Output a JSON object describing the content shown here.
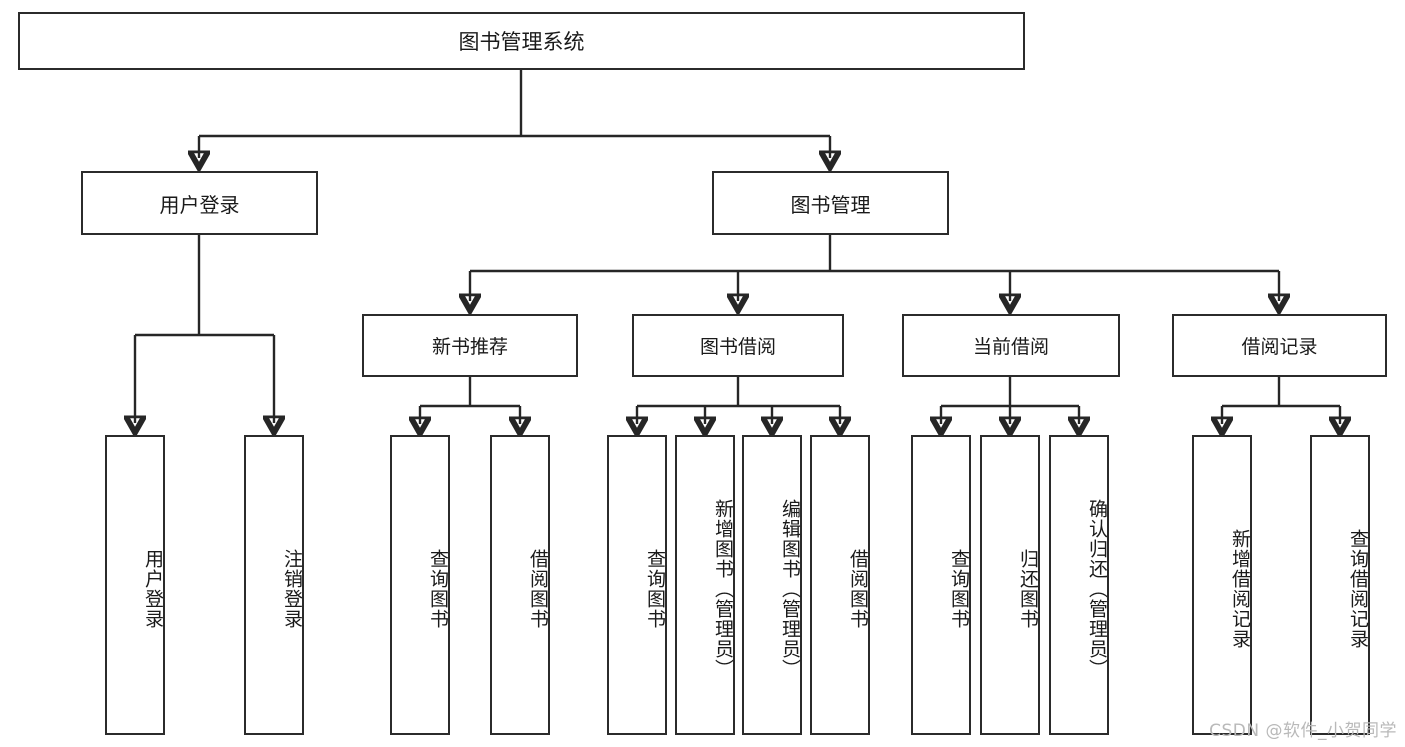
{
  "diagram": {
    "title": "图书管理系统",
    "watermark": "CSDN @软件_小贺同学",
    "colors": {
      "background": "#ffffff",
      "box_border": "#2b2b2b",
      "edge": "#262626",
      "text": "#1a1a1a",
      "watermark": "#b9b9b9"
    },
    "root": {
      "label": "图书管理系统"
    },
    "level1": [
      {
        "label": "用户登录"
      },
      {
        "label": "图书管理"
      }
    ],
    "level2": [
      {
        "label": "新书推荐"
      },
      {
        "label": "图书借阅"
      },
      {
        "label": "当前借阅"
      },
      {
        "label": "借阅记录"
      }
    ],
    "leaves": [
      {
        "label": "用户登录",
        "parent": "用户登录"
      },
      {
        "label": "注销登录",
        "parent": "用户登录"
      },
      {
        "label": "查询图书",
        "parent": "新书推荐"
      },
      {
        "label": "借阅图书",
        "parent": "新书推荐"
      },
      {
        "label": "查询图书",
        "parent": "图书借阅"
      },
      {
        "label": "新增图书（管理员）",
        "parent": "图书借阅"
      },
      {
        "label": "编辑图书（管理员）",
        "parent": "图书借阅"
      },
      {
        "label": "借阅图书",
        "parent": "图书借阅"
      },
      {
        "label": "查询图书",
        "parent": "当前借阅"
      },
      {
        "label": "归还图书",
        "parent": "当前借阅"
      },
      {
        "label": "确认归还（管理员）",
        "parent": "当前借阅"
      },
      {
        "label": "新增借阅记录",
        "parent": "借阅记录"
      },
      {
        "label": "查询借阅记录",
        "parent": "借阅记录"
      }
    ]
  }
}
